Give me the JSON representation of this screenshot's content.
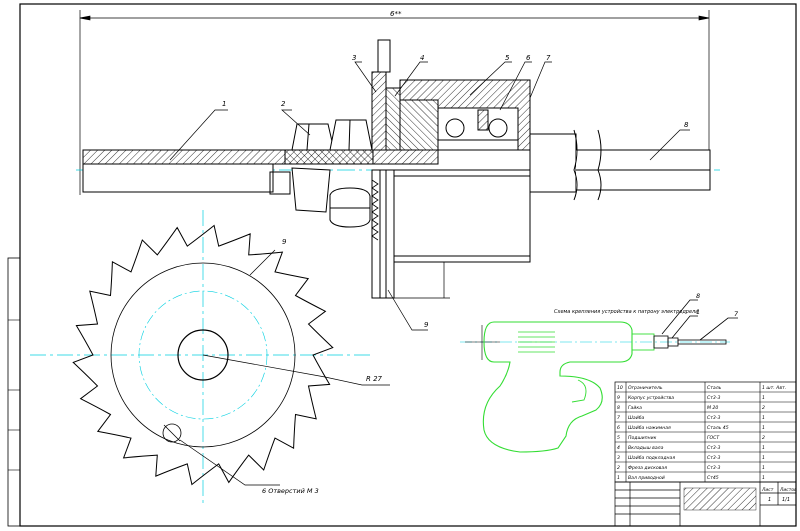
{
  "colors": {
    "ink": "#000000",
    "center_line": "#00d0e0",
    "drill_outline": "#33dd33",
    "background": "#ffffff"
  },
  "dimensions": {
    "overall_length": "6**",
    "radius": "R 27",
    "thread": "6 Отверстий M 3"
  },
  "callouts": [
    "1",
    "2",
    "3",
    "4",
    "5",
    "6",
    "7",
    "8",
    "9",
    "9"
  ],
  "drill_callouts": [
    "8",
    "1",
    "7"
  ],
  "scheme_caption": "Схема крепления устройства к патрону электродрели",
  "bom": [
    {
      "pos": "10",
      "name": "Ограничитель",
      "material": "Сталь",
      "qty": "1 шт. Авт."
    },
    {
      "pos": "9",
      "name": "Корпус устройства",
      "material": "Ст3-3",
      "qty": "1"
    },
    {
      "pos": "8",
      "name": "Гайка",
      "material": "М 20",
      "qty": "2"
    },
    {
      "pos": "7",
      "name": "Шайба",
      "material": "Ст3-3",
      "qty": "1"
    },
    {
      "pos": "6",
      "name": "Шайба нажимная",
      "material": "Сталь 45",
      "qty": "1"
    },
    {
      "pos": "5",
      "name": "Подшипник",
      "material": "ГОСТ",
      "qty": "2"
    },
    {
      "pos": "4",
      "name": "Вкладыш вала",
      "material": "Ст3-3",
      "qty": "1"
    },
    {
      "pos": "3",
      "name": "Шайба подкладная",
      "material": "Ст3-3",
      "qty": "1"
    },
    {
      "pos": "2",
      "name": "Фреза дисковая",
      "material": "Ст3-3",
      "qty": "1"
    },
    {
      "pos": "1",
      "name": "Вал приводной",
      "material": "Ст45",
      "qty": "1"
    }
  ],
  "title_block": {
    "sheet_label": "Лист",
    "sheets": "Листов",
    "number": "1",
    "total": "1/1"
  }
}
